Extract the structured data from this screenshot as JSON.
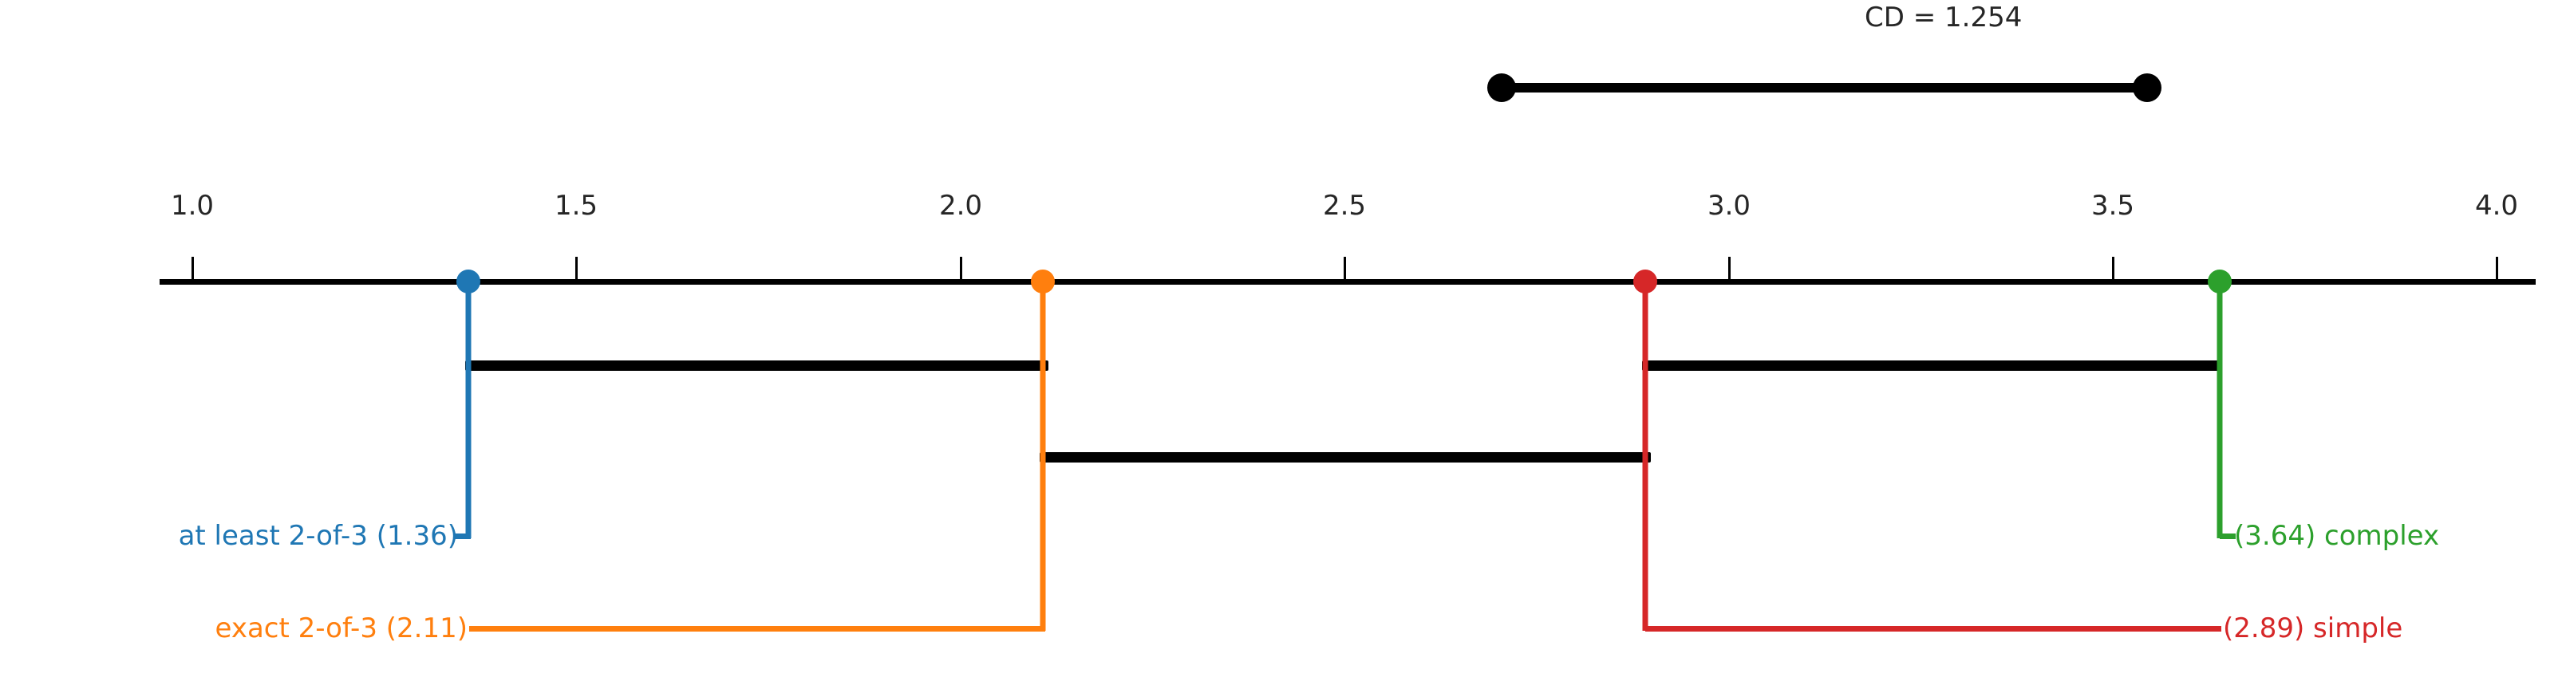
{
  "chart_data": {
    "type": "other",
    "chart_kind": "critical-difference-diagram",
    "title": "",
    "cd_label": "CD = 1.254",
    "cd_value": 1.254,
    "axis": {
      "label": "",
      "min": 1.0,
      "max": 4.0,
      "ticks": [
        1.0,
        1.5,
        2.0,
        2.5,
        3.0,
        3.5,
        4.0
      ],
      "tick_labels": [
        "1.0",
        "1.5",
        "2.0",
        "2.5",
        "3.0",
        "3.5",
        "4.0"
      ],
      "direction": "left-is-better",
      "grid": false
    },
    "methods": [
      {
        "name": "at least 2-of-3",
        "rank": 1.36,
        "label": "at least 2-of-3 (1.36)",
        "color": "#1f77b4",
        "side": "left"
      },
      {
        "name": "exact 2-of-3",
        "rank": 2.11,
        "label": "exact 2-of-3 (2.11)",
        "color": "#ff7f0e",
        "side": "left"
      },
      {
        "name": "simple",
        "rank": 2.89,
        "label": "(2.89) simple",
        "color": "#d62728",
        "side": "right"
      },
      {
        "name": "complex",
        "rank": 3.64,
        "label": "(3.64) complex",
        "color": "#2ca02c",
        "side": "right"
      }
    ],
    "cliques": [
      {
        "from": 1.36,
        "to": 2.11,
        "members": [
          "at least 2-of-3",
          "exact 2-of-3"
        ]
      },
      {
        "from": 2.11,
        "to": 2.89,
        "members": [
          "exact 2-of-3",
          "simple"
        ]
      },
      {
        "from": 2.89,
        "to": 3.64,
        "members": [
          "simple",
          "complex"
        ]
      }
    ],
    "legend": {
      "position": "none",
      "entries": []
    },
    "colors": {
      "crossbar": "#000000",
      "axis": "#000000",
      "text": "#262626",
      "background": "#ffffff"
    }
  }
}
